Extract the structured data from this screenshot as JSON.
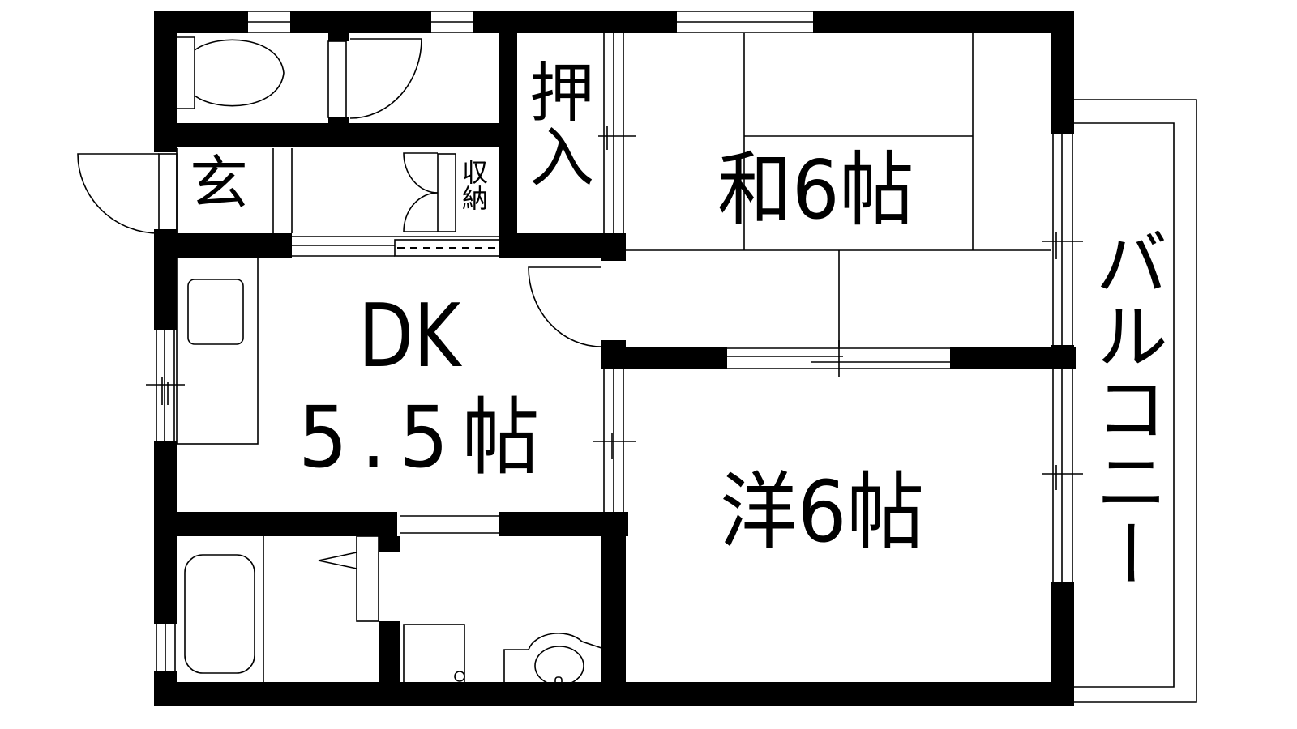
{
  "plan": {
    "rooms": {
      "western": {
        "label": "洋6帖",
        "type": "Western-style room",
        "size_jo": 6
      },
      "japanese": {
        "label": "和6帖",
        "type": "Japanese-style room",
        "size_jo": 6
      },
      "dk": {
        "label_top": "DK",
        "label_bottom": "5.5帖",
        "type": "Dining kitchen",
        "size_jo": 5.5
      },
      "entrance": {
        "label": "玄",
        "type": "Entrance"
      },
      "closet_oshiire": {
        "label": "押入",
        "type": "Closet (oshiire)"
      },
      "storage": {
        "label": "収納",
        "type": "Storage"
      },
      "balcony": {
        "label": "バルコニー",
        "type": "Balcony"
      }
    },
    "fixtures": [
      "toilet-icon",
      "bathtub-icon",
      "washing-machine-pan-icon",
      "washbasin-icon",
      "sink-icon"
    ],
    "colors": {
      "wall": "#000000",
      "background": "#ffffff",
      "line": "#000000"
    }
  }
}
